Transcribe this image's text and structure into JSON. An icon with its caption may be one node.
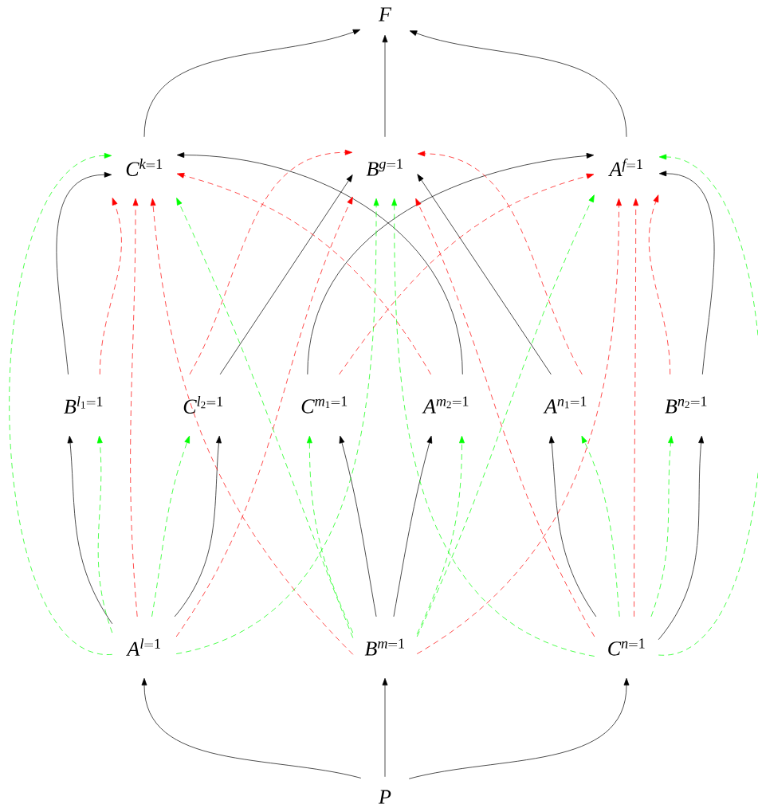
{
  "diagram": {
    "nodes": [
      {
        "text": [
          "F"
        ]
      },
      {
        "text": [
          "C^{k=1}"
        ]
      },
      {
        "text": [
          "B^{g=1}"
        ]
      },
      {
        "text": [
          "A^{f=1}"
        ]
      },
      {
        "text": [
          "B^{l_1=1}"
        ]
      },
      {
        "text": [
          "C^{l_2=1}"
        ]
      },
      {
        "text": [
          "C^{m_1=1}"
        ]
      },
      {
        "text": [
          "A^{m_2=1}"
        ]
      },
      {
        "text": [
          "A^{n_1=1}"
        ]
      },
      {
        "text": [
          "B^{n_2=1}"
        ]
      },
      {
        "text": [
          "A^{l=1}"
        ]
      },
      {
        "text": [
          "B^{m=1}"
        ]
      },
      {
        "text": [
          "C^{n=1}"
        ]
      },
      {
        "text": [
          "P"
        ]
      }
    ],
    "edges": [
      {
        "from": 13,
        "to": 10,
        "arrow": "to"
      },
      {
        "from": 13,
        "to": 11,
        "arrow": "to"
      },
      {
        "from": 13,
        "to": 12,
        "arrow": "to"
      },
      {
        "from": 1,
        "to": 0,
        "arrow": "to"
      },
      {
        "from": 2,
        "to": 0,
        "arrow": "to"
      },
      {
        "from": 3,
        "to": 0,
        "arrow": "to"
      },
      {
        "from": 10,
        "to": 4,
        "arrow": "to"
      },
      {
        "from": 10,
        "to": 5,
        "arrow": "to"
      },
      {
        "from": 11,
        "to": 6,
        "arrow": "to"
      },
      {
        "from": 11,
        "to": 7,
        "arrow": "to"
      },
      {
        "from": 12,
        "to": 8,
        "arrow": "to"
      },
      {
        "from": 12,
        "to": 9,
        "arrow": "to"
      },
      {
        "from": 4,
        "to": 1,
        "arrow": "to"
      },
      {
        "from": 5,
        "to": 2,
        "arrow": "to"
      },
      {
        "from": 6,
        "to": 3,
        "arrow": "to"
      },
      {
        "from": 7,
        "to": 1,
        "arrow": "to"
      },
      {
        "from": 8,
        "to": 2,
        "arrow": "to"
      },
      {
        "from": 9,
        "to": 3,
        "arrow": "to"
      },
      {
        "from": 10,
        "to": 1,
        "arrow": "to",
        "style": "dashed",
        "color": "#00ff00"
      },
      {
        "from": 10,
        "to": 4,
        "arrow": "to",
        "style": "dashed",
        "color": "#00ff00"
      },
      {
        "from": 10,
        "to": 5,
        "arrow": "to",
        "style": "dashed",
        "color": "#00ff00"
      },
      {
        "from": 10,
        "to": 2,
        "arrow": "to",
        "style": "dashed",
        "color": "#00ff00"
      },
      {
        "from": 11,
        "to": 1,
        "arrow": "to",
        "style": "dashed",
        "color": "#00ff00"
      },
      {
        "from": 11,
        "to": 6,
        "arrow": "to",
        "style": "dashed",
        "color": "#00ff00"
      },
      {
        "from": 11,
        "to": 7,
        "arrow": "to",
        "style": "dashed",
        "color": "#00ff00"
      },
      {
        "from": 11,
        "to": 3,
        "arrow": "to",
        "style": "dashed",
        "color": "#00ff00"
      },
      {
        "from": 12,
        "to": 2,
        "arrow": "to",
        "style": "dashed",
        "color": "#00ff00"
      },
      {
        "from": 12,
        "to": 8,
        "arrow": "to",
        "style": "dashed",
        "color": "#00ff00"
      },
      {
        "from": 12,
        "to": 9,
        "arrow": "to",
        "style": "dashed",
        "color": "#00ff00"
      },
      {
        "from": 12,
        "to": 3,
        "arrow": "to",
        "style": "dashed",
        "color": "#00ff00"
      },
      {
        "from": 10,
        "to": 1,
        "arrow": "to",
        "style": "dashed",
        "color": "#ff0000"
      },
      {
        "from": 10,
        "to": 2,
        "arrow": "to",
        "style": "dashed",
        "color": "#ff0000"
      },
      {
        "from": 11,
        "to": 1,
        "arrow": "to",
        "style": "dashed",
        "color": "#ff0000"
      },
      {
        "from": 11,
        "to": 3,
        "arrow": "to",
        "style": "dashed",
        "color": "#ff0000"
      },
      {
        "from": 12,
        "to": 2,
        "arrow": "to",
        "style": "dashed",
        "color": "#ff0000"
      },
      {
        "from": 12,
        "to": 3,
        "arrow": "to",
        "style": "dashed",
        "color": "#ff0000"
      },
      {
        "from": 4,
        "to": 1,
        "arrow": "to",
        "style": "dashed",
        "color": "#ff0000"
      },
      {
        "from": 5,
        "to": 2,
        "arrow": "to",
        "style": "dashed",
        "color": "#ff0000"
      },
      {
        "from": 6,
        "to": 3,
        "arrow": "to",
        "style": "dashed",
        "color": "#ff0000"
      },
      {
        "from": 7,
        "to": 1,
        "arrow": "to",
        "style": "dashed",
        "color": "#ff0000"
      },
      {
        "from": 8,
        "to": 2,
        "arrow": "to",
        "style": "dashed",
        "color": "#ff0000"
      },
      {
        "from": 9,
        "to": 3,
        "arrow": "to",
        "style": "dashed",
        "color": "#ff0000"
      }
    ]
  }
}
